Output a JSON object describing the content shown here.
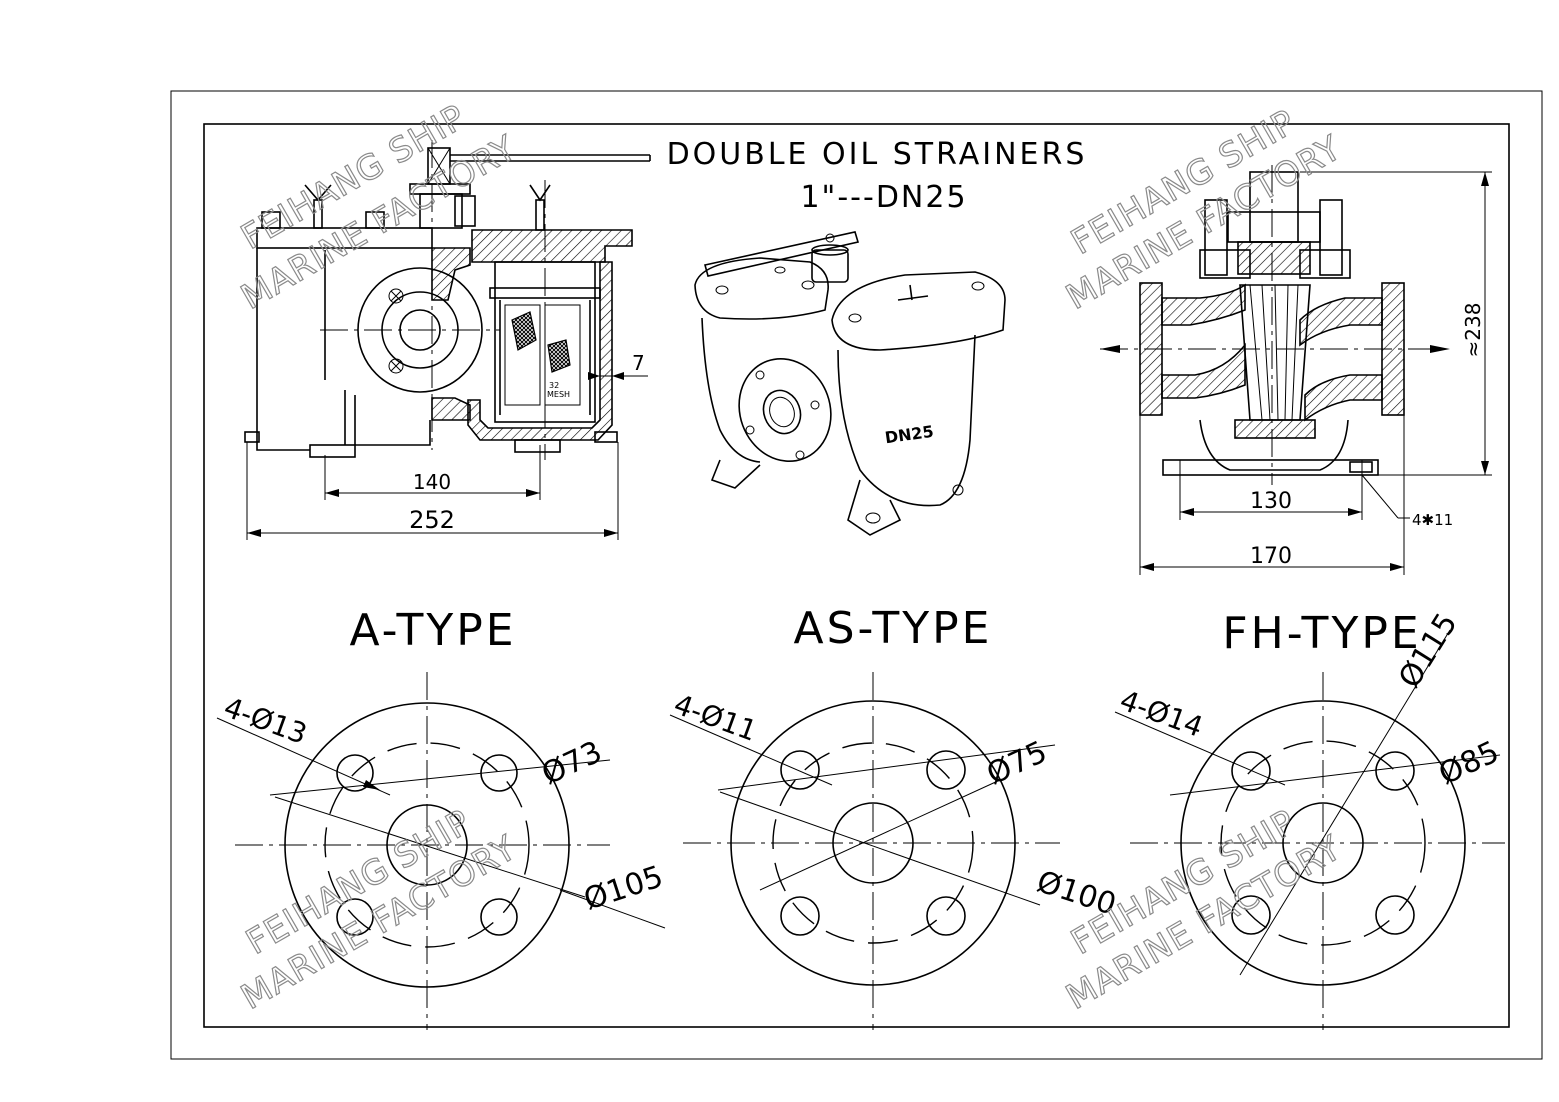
{
  "title": {
    "line1": "DOUBLE OIL STRAINERS",
    "line2": "1\"---DN25"
  },
  "side_view": {
    "dim_inner": "140",
    "dim_outer": "252",
    "dim_wall": "7",
    "mesh_number": "32",
    "mesh_label": "MESH"
  },
  "iso_view": {
    "label": "DN25"
  },
  "section_view": {
    "dim_height": "≈238",
    "dim_inner": "130",
    "dim_outer": "170",
    "hole_note": "4✱11"
  },
  "flanges": [
    {
      "type": "A-TYPE",
      "holes": "4-Ø13",
      "bolt_circle": "Ø73",
      "outer": "Ø105"
    },
    {
      "type": "AS-TYPE",
      "holes": "4-Ø11",
      "bolt_circle": "Ø75",
      "outer": "Ø100"
    },
    {
      "type": "FH-TYPE",
      "holes": "4-Ø14",
      "bolt_circle": "Ø85",
      "outer": "Ø115"
    }
  ],
  "watermark": {
    "line1": "FEIHANG SHIP",
    "line2": "MARINE FACTORY"
  }
}
